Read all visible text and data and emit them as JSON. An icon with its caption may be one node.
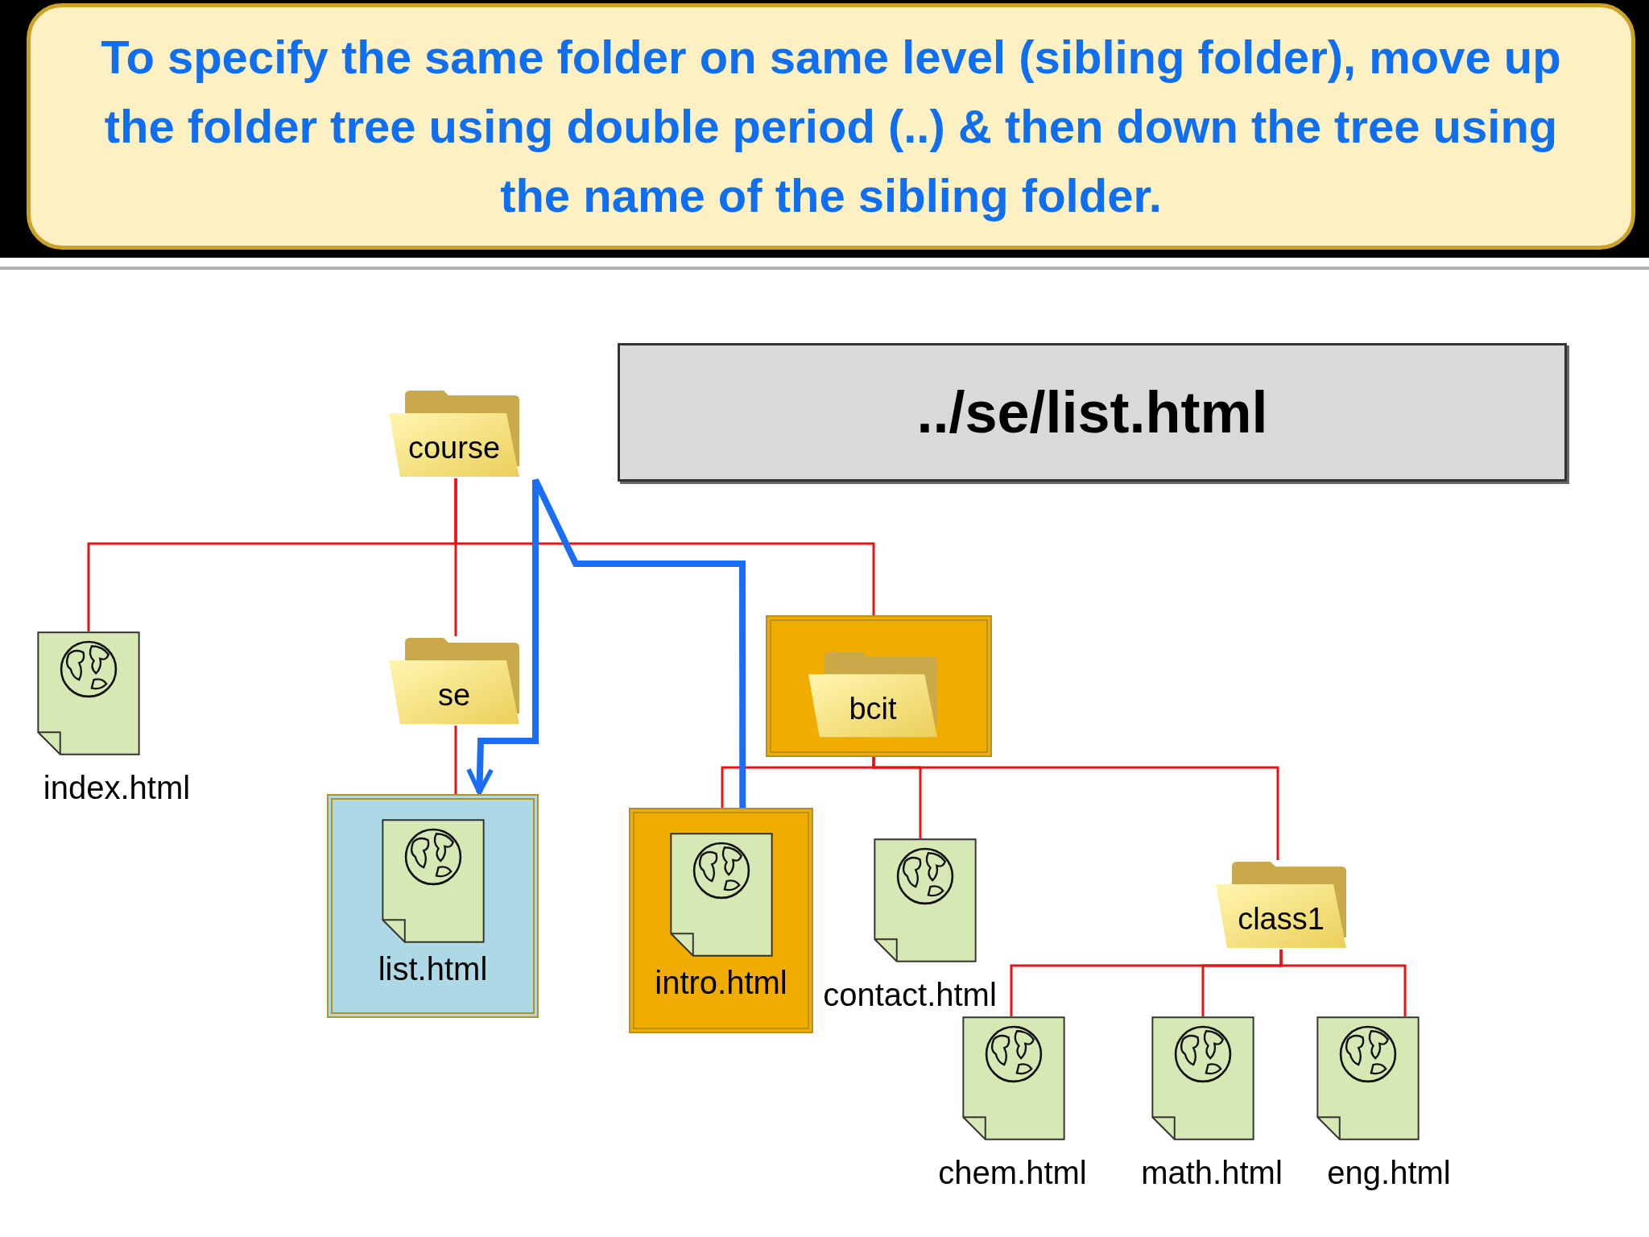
{
  "diagram": {
    "title": "To specify the same folder on same level (sibling folder), move up the folder tree using double period (..) & then down the tree using the name of the sibling folder.",
    "nodes": [
      {
        "text": [
          "course"
        ]
      },
      {
        "text": [
          "../se/list.html"
        ]
      },
      {
        "text": [
          "index.html"
        ]
      },
      {
        "text": [
          "se"
        ]
      },
      {
        "text": [
          "list.html"
        ]
      },
      {
        "text": [
          "bcit"
        ]
      },
      {
        "text": [
          "intro.html"
        ]
      },
      {
        "text": [
          "contact.html"
        ]
      },
      {
        "text": [
          "class1"
        ]
      },
      {
        "text": [
          "chem.html"
        ]
      },
      {
        "text": [
          "math.html"
        ]
      },
      {
        "text": [
          "eng.html"
        ]
      }
    ],
    "edges": [
      {
        "from": 0,
        "to": 2,
        "arrow": "none"
      },
      {
        "from": 0,
        "to": 3,
        "arrow": "none"
      },
      {
        "from": 0,
        "to": 5,
        "arrow": "none"
      },
      {
        "from": 3,
        "to": 4,
        "arrow": "none"
      },
      {
        "from": 5,
        "to": 6,
        "arrow": "none"
      },
      {
        "from": 5,
        "to": 7,
        "arrow": "none"
      },
      {
        "from": 5,
        "to": 8,
        "arrow": "none"
      },
      {
        "from": 8,
        "to": 9,
        "arrow": "none"
      },
      {
        "from": 8,
        "to": 10,
        "arrow": "none"
      },
      {
        "from": 8,
        "to": 11,
        "arrow": "none"
      },
      {
        "from": 6,
        "to": 4,
        "arrow": "to",
        "style": "thick",
        "color": "#1a6ef5"
      }
    ]
  }
}
